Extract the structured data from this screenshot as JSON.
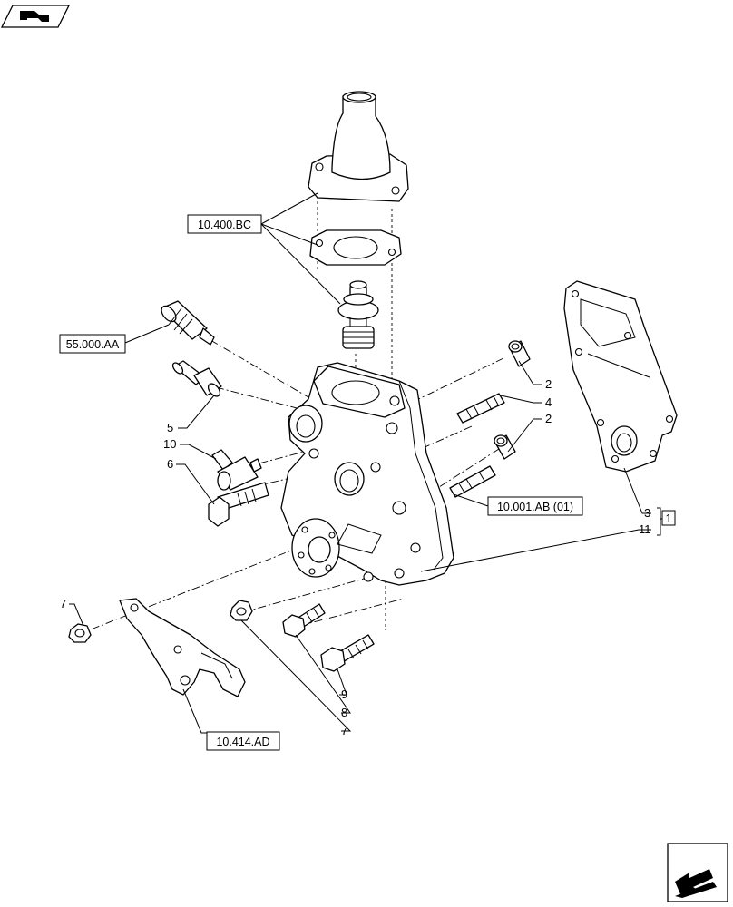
{
  "diagram": {
    "nav_icons": {
      "top_left": "book-icon",
      "bottom_right": "next-page-arrow-icon"
    },
    "references": {
      "thermostat_housing": "10.400.BC",
      "sensor": "55.000.AA",
      "water_pump": "10.001.AB (01)",
      "bracket": "10.414.AD"
    },
    "callouts": {
      "c2_top": "2",
      "c4": "4",
      "c2_mid": "2",
      "c5": "5",
      "c10": "10",
      "c6": "6",
      "c3": "3",
      "c11": "11",
      "c1": "1",
      "c7_left": "7",
      "c9": "9",
      "c8": "8",
      "c7_bottom": "7"
    }
  }
}
